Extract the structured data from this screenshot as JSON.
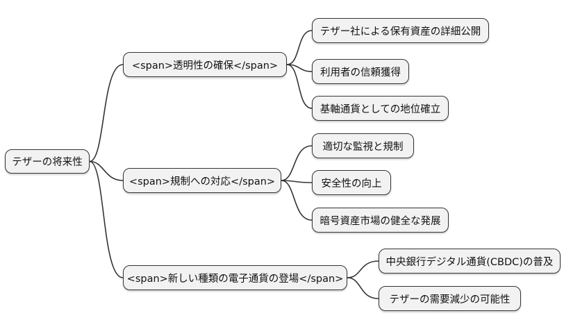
{
  "diagram": {
    "type": "mindmap",
    "root": {
      "label": "テザーの将来性"
    },
    "branches": [
      {
        "label": "<span>透明性の確保</span>",
        "children": [
          "テザー社による保有資産の詳細公開",
          "利用者の信頼獲得",
          "基軸通貨としての地位確立"
        ]
      },
      {
        "label": "<span>規制への対応</span>",
        "children": [
          "適切な監視と規制",
          "安全性の向上",
          "暗号資産市場の健全な発展"
        ]
      },
      {
        "label": "<span>新しい種類の電子通貨の登場</span>",
        "children": [
          "中央銀行デジタル通貨(CBDC)の普及",
          "テザーの需要減少の可能性"
        ]
      }
    ],
    "colors": {
      "background": "#ffffff",
      "node_fill": "#f2f2f2",
      "node_border": "#343434",
      "edge": "#343434"
    }
  }
}
